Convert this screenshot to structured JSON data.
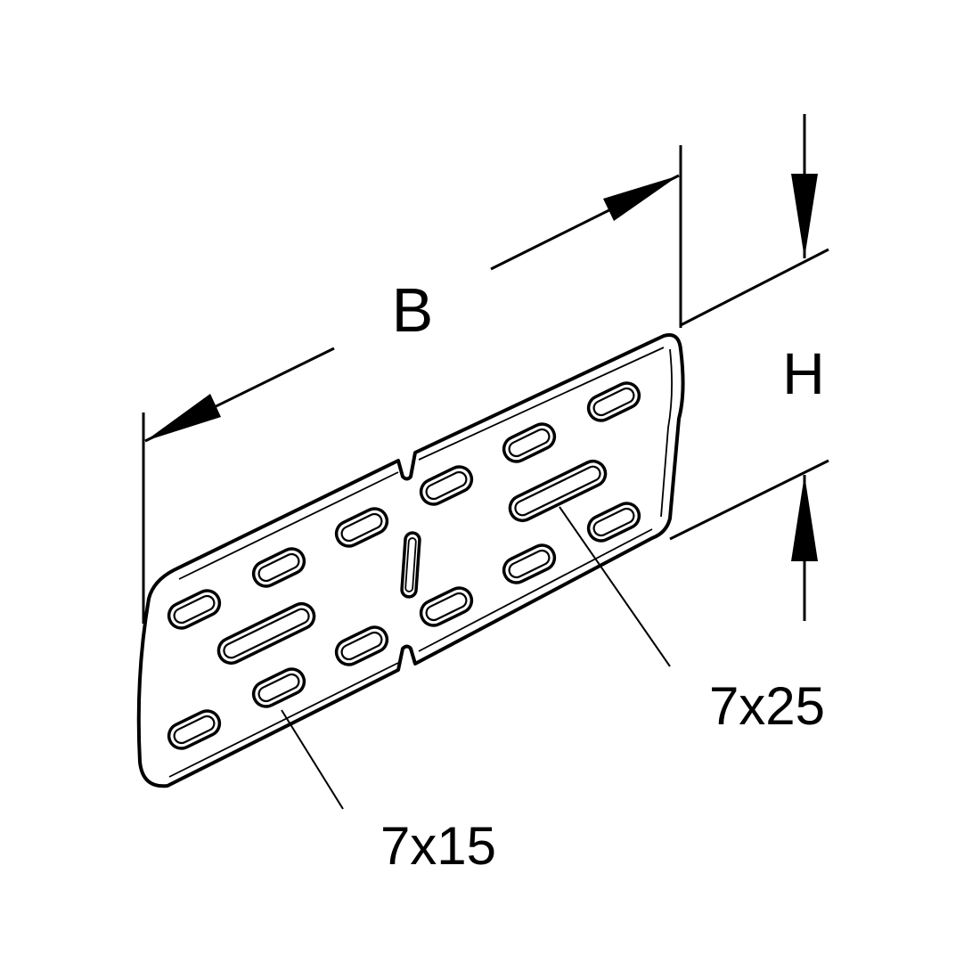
{
  "dimensions": {
    "width_label": "B",
    "height_label": "H"
  },
  "slot_callouts": {
    "short_slot": "7x15",
    "long_slot": "7x25"
  },
  "colors": {
    "line": "#000000",
    "background": "#ffffff"
  }
}
